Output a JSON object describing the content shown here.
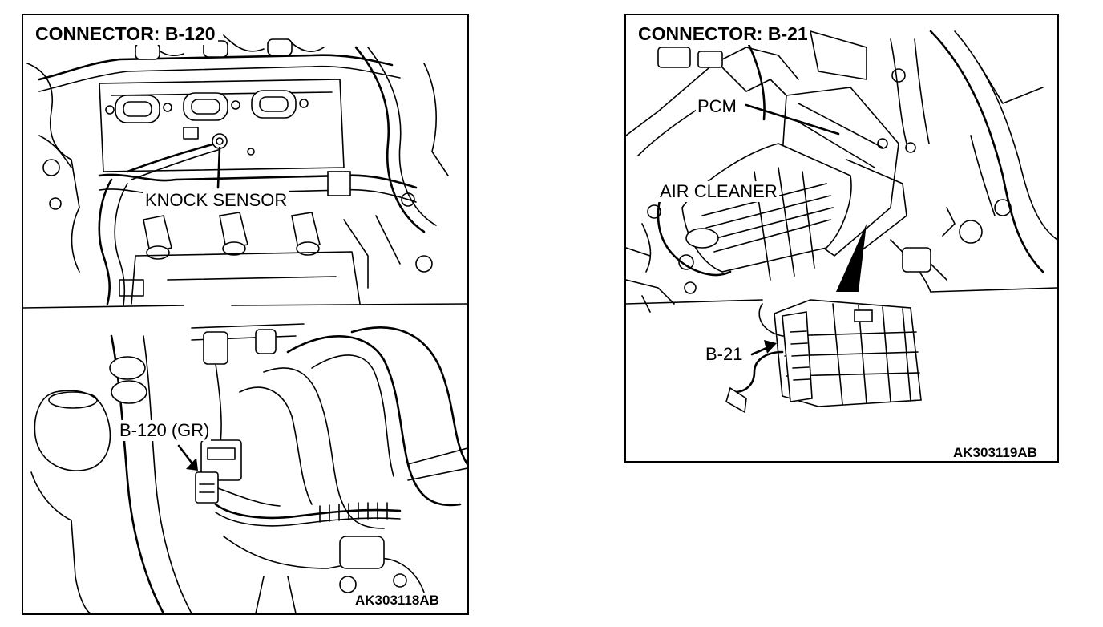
{
  "left_figure": {
    "title": "CONNECTOR: B-120",
    "knock_sensor_label": "KNOCK SENSOR",
    "connector_label": "B-120 (GR)",
    "figure_code": "AK303118AB"
  },
  "right_figure": {
    "title": "CONNECTOR: B-21",
    "pcm_label": "PCM",
    "air_cleaner_label": "AIR CLEANER",
    "connector_label": "B-21",
    "figure_code": "AK303119AB"
  }
}
